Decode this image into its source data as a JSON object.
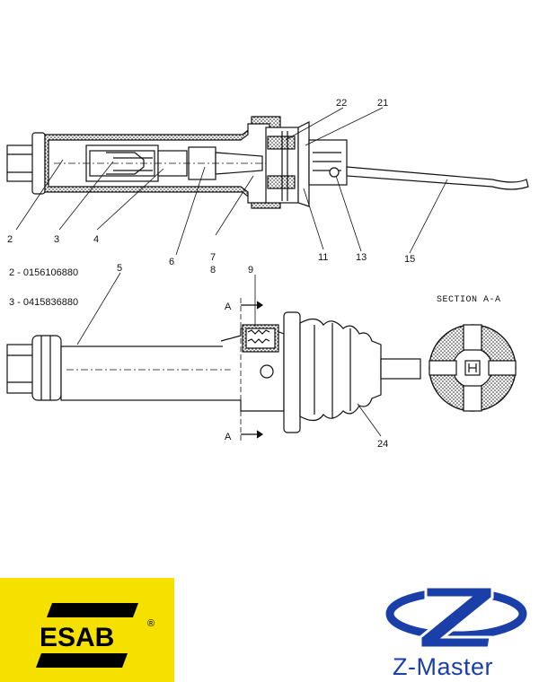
{
  "callouts": {
    "c2": "2",
    "c3": "3",
    "c4": "4",
    "c5": "5",
    "c6": "6",
    "c7": "7",
    "c8": "8",
    "c9": "9",
    "c11": "11",
    "c13": "13",
    "c15": "15",
    "c21": "21",
    "c22": "22",
    "c24": "24"
  },
  "section": {
    "label": "SECTION A-A",
    "cut_a_top": "A",
    "cut_a_bottom": "A"
  },
  "part_numbers": [
    {
      "text": "2 - 0156106880"
    },
    {
      "text": "3 - 0415836880"
    }
  ],
  "logos": {
    "esab": {
      "text": "ESAB",
      "registered": "®",
      "bg_color": "#f5e000",
      "fg_color": "#000000"
    },
    "zmaster": {
      "text": "Z-Master",
      "color": "#1a3fa8"
    }
  }
}
